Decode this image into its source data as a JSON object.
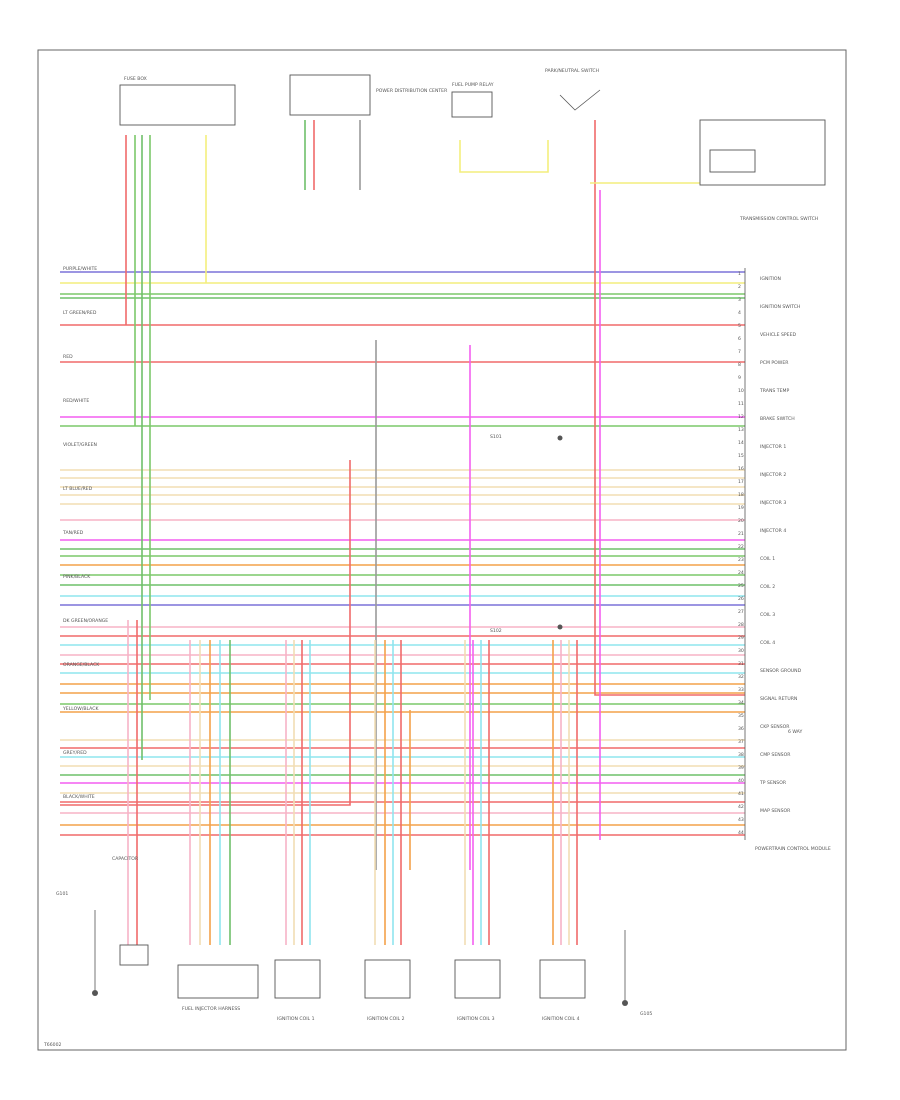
{
  "figure_id": "T66002",
  "colors": {
    "purple_white": "#7b72d9",
    "lt_green_red": "#7cc86a",
    "yellow": "#f4ee7d",
    "red": "#f06a6a",
    "violet_green": "#f35ff0",
    "tan": "#f2ddb4",
    "pink": "#f7b3c6",
    "dk_green": "#6fc06a",
    "orange": "#f4a24a",
    "lt_blue": "#8fe5ee",
    "grey": "#9a9a9a",
    "black": "#555555"
  },
  "components": {
    "left_fuse": "FUSE BOX",
    "center_fuse": "POWER DISTRIBUTION CENTER",
    "relay": "FUEL PUMP RELAY",
    "switch": "PARK/NEUTRAL SWITCH",
    "trans": "TRANSMISSION CONTROL SWITCH",
    "pcm": "POWERTRAIN CONTROL MODULE",
    "capacitor": "CAPACITOR",
    "ground_left": "G101",
    "ground_right": "G105",
    "bottom_mid_box": "FUEL INJECTOR HARNESS",
    "coils": [
      "IGNITION COIL 1",
      "IGNITION COIL 2",
      "IGNITION COIL 3",
      "IGNITION COIL 4"
    ],
    "right_note": "6 WAY",
    "splice_1": "S101",
    "splice_2": "S102"
  },
  "left_labels": [
    "PURPLE/WHITE",
    "LT GREEN/RED",
    "RED",
    "RED/WHITE",
    "VIOLET/GREEN",
    "LT BLUE/RED",
    "TAN/RED",
    "PINK/BLACK",
    "DK GREEN/ORANGE",
    "ORANGE/BLACK",
    "YELLOW/BLACK",
    "GREY/RED",
    "BLACK/WHITE"
  ],
  "right_labels": [
    "IGNITION",
    "IGNITION SWITCH",
    "VEHICLE SPEED",
    "PCM POWER",
    "TRANS TEMP",
    "BRAKE SWITCH",
    "INJECTOR 1",
    "INJECTOR 2",
    "INJECTOR 3",
    "INJECTOR 4",
    "COIL 1",
    "COIL 2",
    "COIL 3",
    "COIL 4",
    "SENSOR GROUND",
    "SIGNAL RETURN",
    "CKP SENSOR",
    "CMP SENSOR",
    "TP SENSOR",
    "MAP SENSOR"
  ],
  "pin_labels": [
    "1",
    "2",
    "3",
    "4",
    "5",
    "6",
    "7",
    "8",
    "9",
    "10",
    "11",
    "12",
    "13",
    "14",
    "15",
    "16",
    "17",
    "18",
    "19",
    "20",
    "21",
    "22",
    "23",
    "24",
    "25",
    "26",
    "27",
    "28",
    "29",
    "30",
    "31",
    "32",
    "33",
    "34",
    "35",
    "36",
    "37",
    "38",
    "39",
    "40",
    "41",
    "42",
    "43",
    "44"
  ]
}
